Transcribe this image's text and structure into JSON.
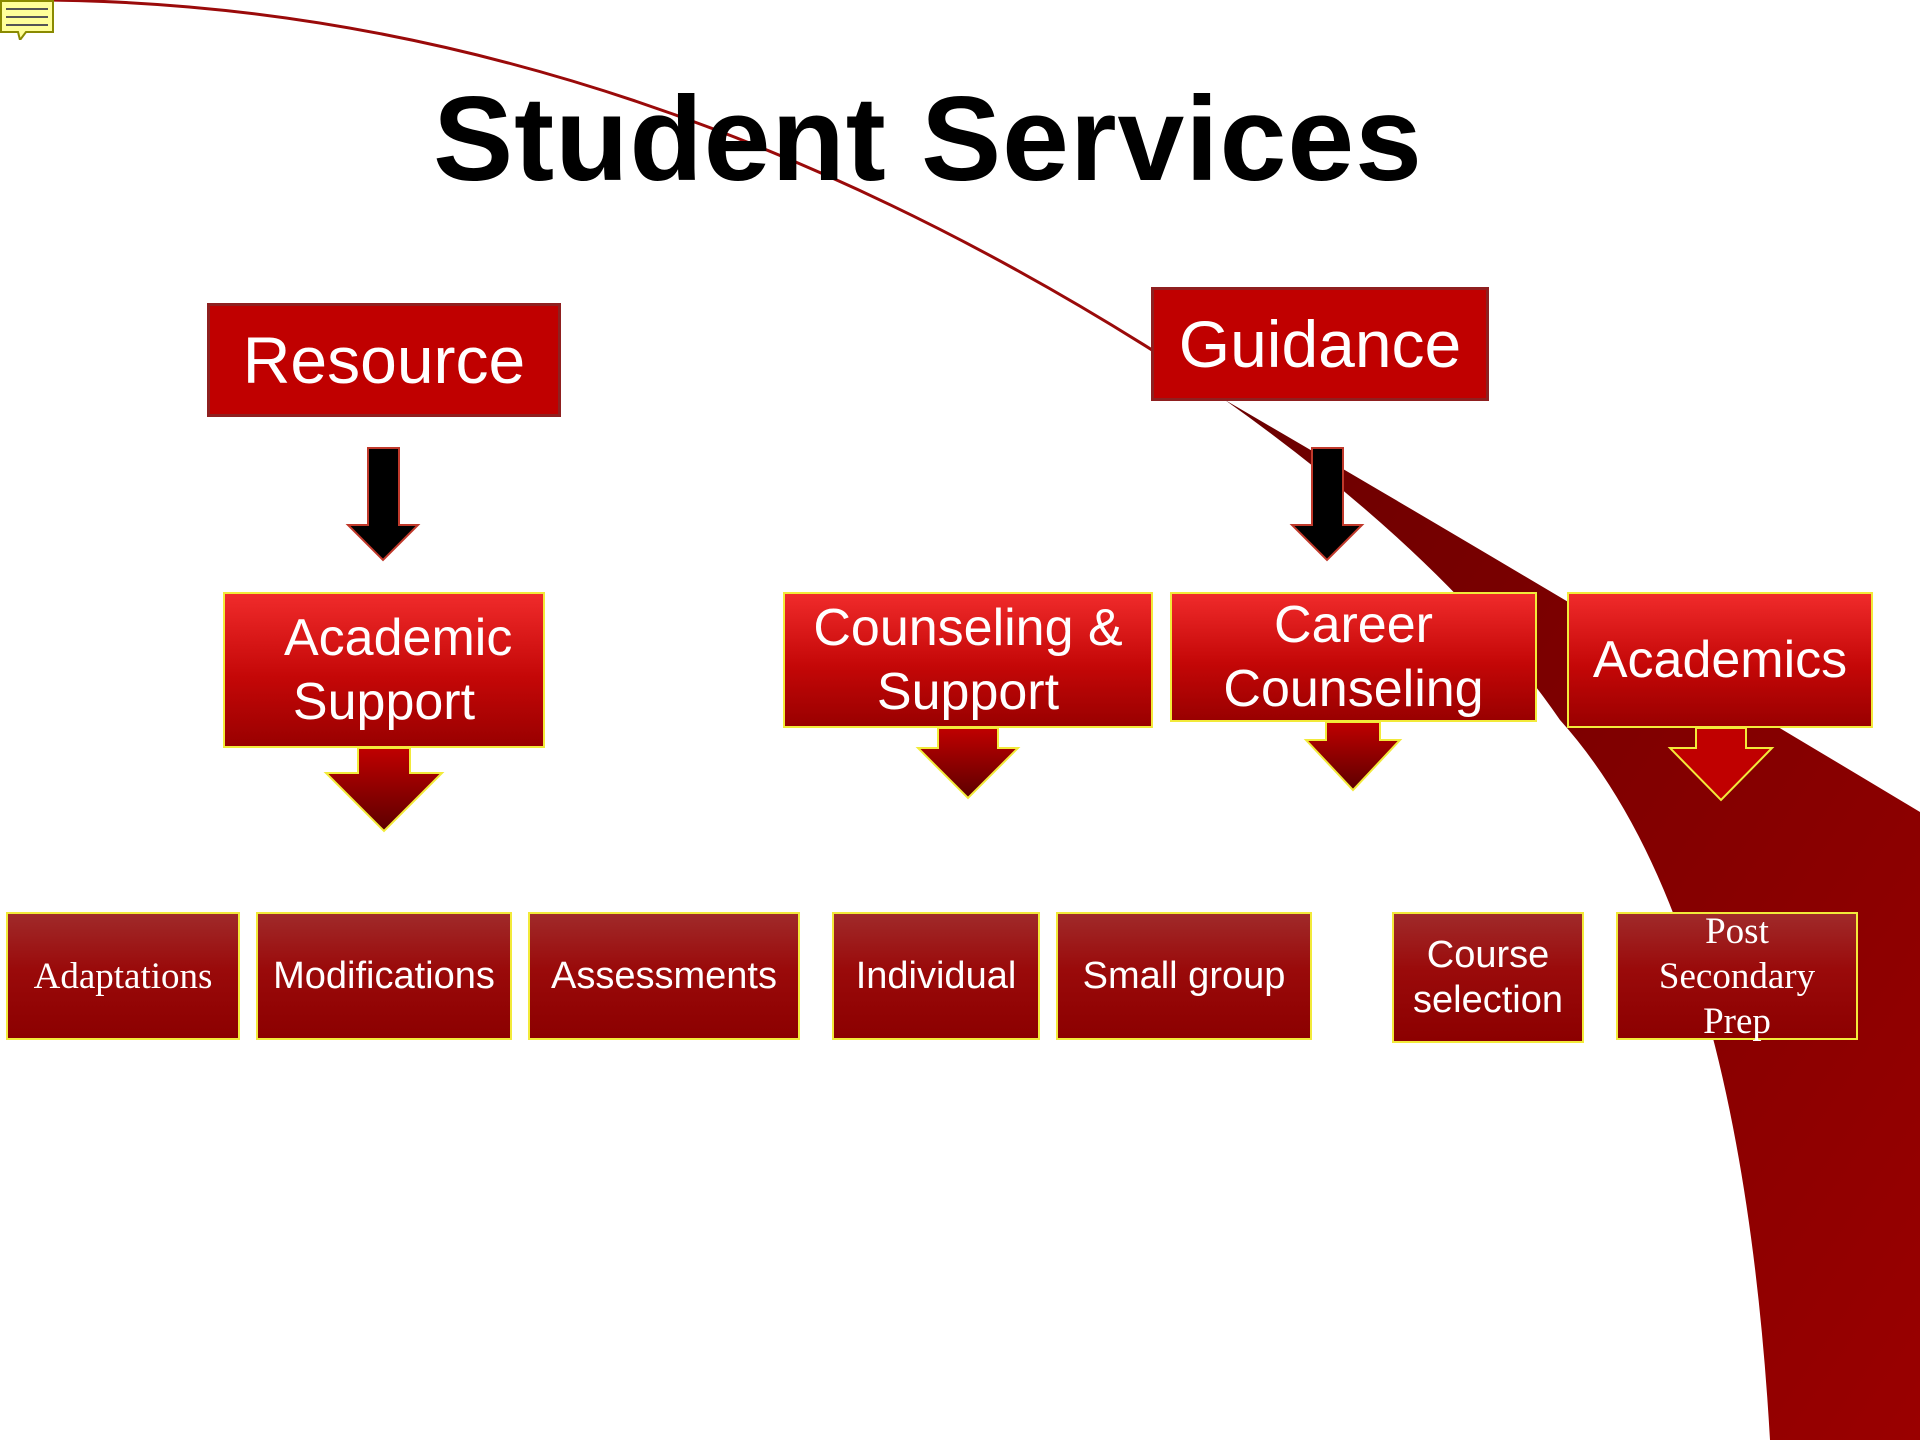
{
  "slide": {
    "title": "Student Services",
    "colors": {
      "primary_red": "#c00000",
      "dark_red": "#8c0000",
      "accent_border": "#f2ea3a"
    },
    "icons": [
      "note-icon"
    ]
  },
  "top_level": [
    {
      "label": "Resource"
    },
    {
      "label": "Guidance"
    }
  ],
  "categories": [
    {
      "label": "Academic Support"
    },
    {
      "label": "Counseling & Support"
    },
    {
      "label": "Career Counseling"
    },
    {
      "label": "Academics"
    }
  ],
  "items": [
    {
      "label": "Adaptations"
    },
    {
      "label": "Modifications"
    },
    {
      "label": "Assessments"
    },
    {
      "label": "Individual"
    },
    {
      "label": "Small group"
    },
    {
      "label": "Course selection"
    },
    {
      "label": "Post Secondary Prep"
    }
  ]
}
